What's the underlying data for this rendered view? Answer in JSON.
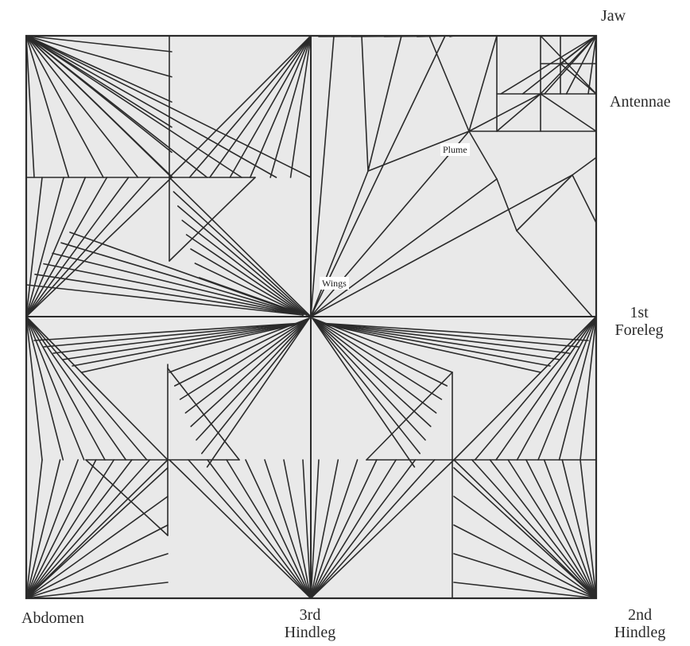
{
  "labels": {
    "jaw": "Jaw",
    "antennae": "Antennae",
    "foreleg_1st_line1": "1st",
    "foreleg_1st_line2": "Foreleg",
    "hindleg_2nd_line1": "2nd",
    "hindleg_2nd_line2": "Hindleg",
    "hindleg_3rd_line1": "3rd",
    "hindleg_3rd_line2": "Hindleg",
    "abdomen": "Abdomen",
    "plume": "Plume",
    "wings": "Wings"
  },
  "colors": {
    "paper": "#ffffff",
    "fill": "#e9e9e9",
    "crease": "#2b2b2b"
  }
}
